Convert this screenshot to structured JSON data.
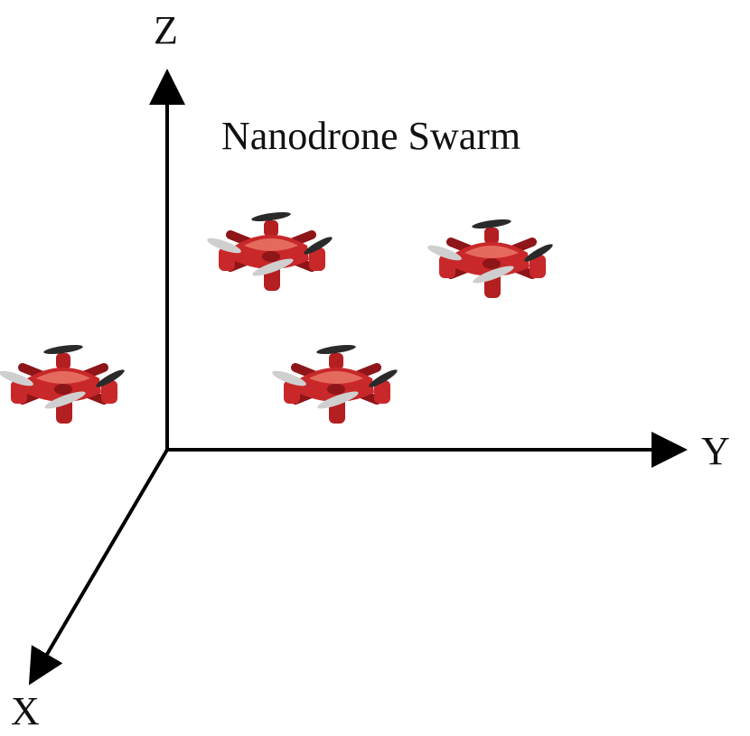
{
  "title": "Nanodrone Swarm",
  "axes": {
    "x_label": "X",
    "y_label": "Y",
    "z_label": "Z"
  },
  "drone_count": 4,
  "colors": {
    "axis": "#000000",
    "body": "#c8282a",
    "body_light": "#e56a5e",
    "body_dark": "#8e1518",
    "propeller_dark": "#2a2a2a",
    "propeller_light": "#cfcfcf"
  },
  "icons": [
    "drone-icon"
  ]
}
